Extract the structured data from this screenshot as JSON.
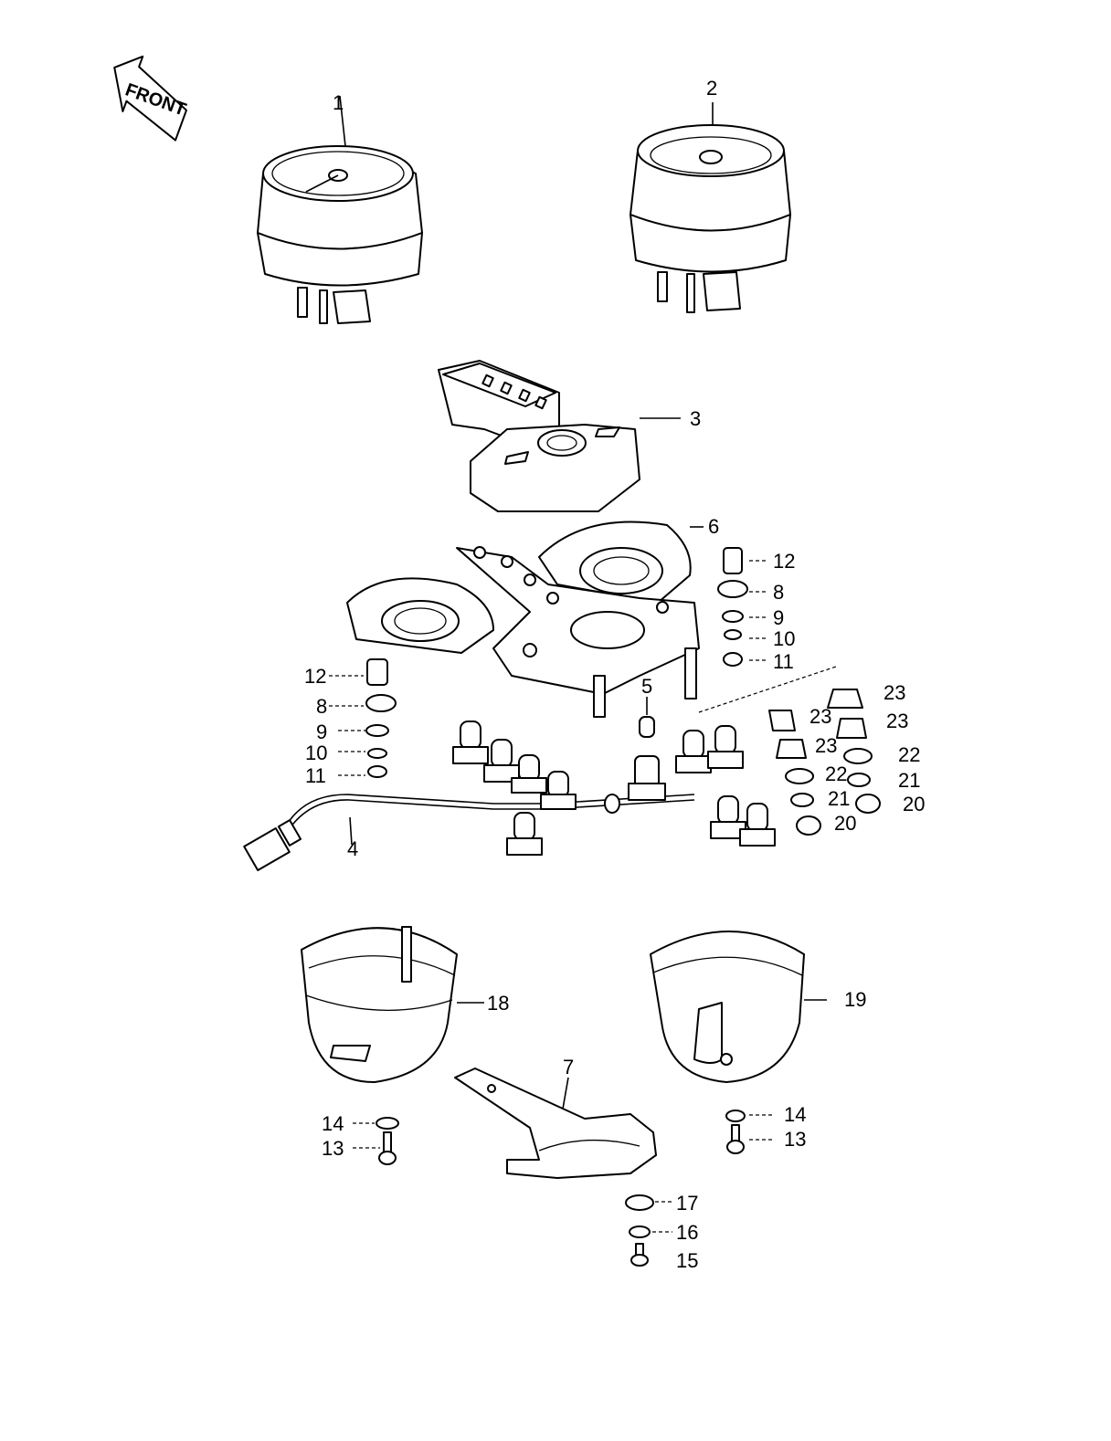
{
  "front_badge": {
    "text": "FRONT"
  },
  "callouts": {
    "c1": "1",
    "c2": "2",
    "c3": "3",
    "c4": "4",
    "c5": "5",
    "c6": "6",
    "c7": "7",
    "c8a": "8",
    "c8b": "8",
    "c9a": "9",
    "c9b": "9",
    "c10a": "10",
    "c10b": "10",
    "c11a": "11",
    "c11b": "11",
    "c12a": "12",
    "c12b": "12",
    "c13a": "13",
    "c13b": "13",
    "c14a": "14",
    "c14b": "14",
    "c15": "15",
    "c16": "16",
    "c17": "17",
    "c18": "18",
    "c19": "19",
    "c20a": "20",
    "c20b": "20",
    "c21a": "21",
    "c21b": "21",
    "c22a": "22",
    "c22b": "22",
    "c23a": "23",
    "c23b": "23",
    "c23c": "23",
    "c23d": "23"
  }
}
